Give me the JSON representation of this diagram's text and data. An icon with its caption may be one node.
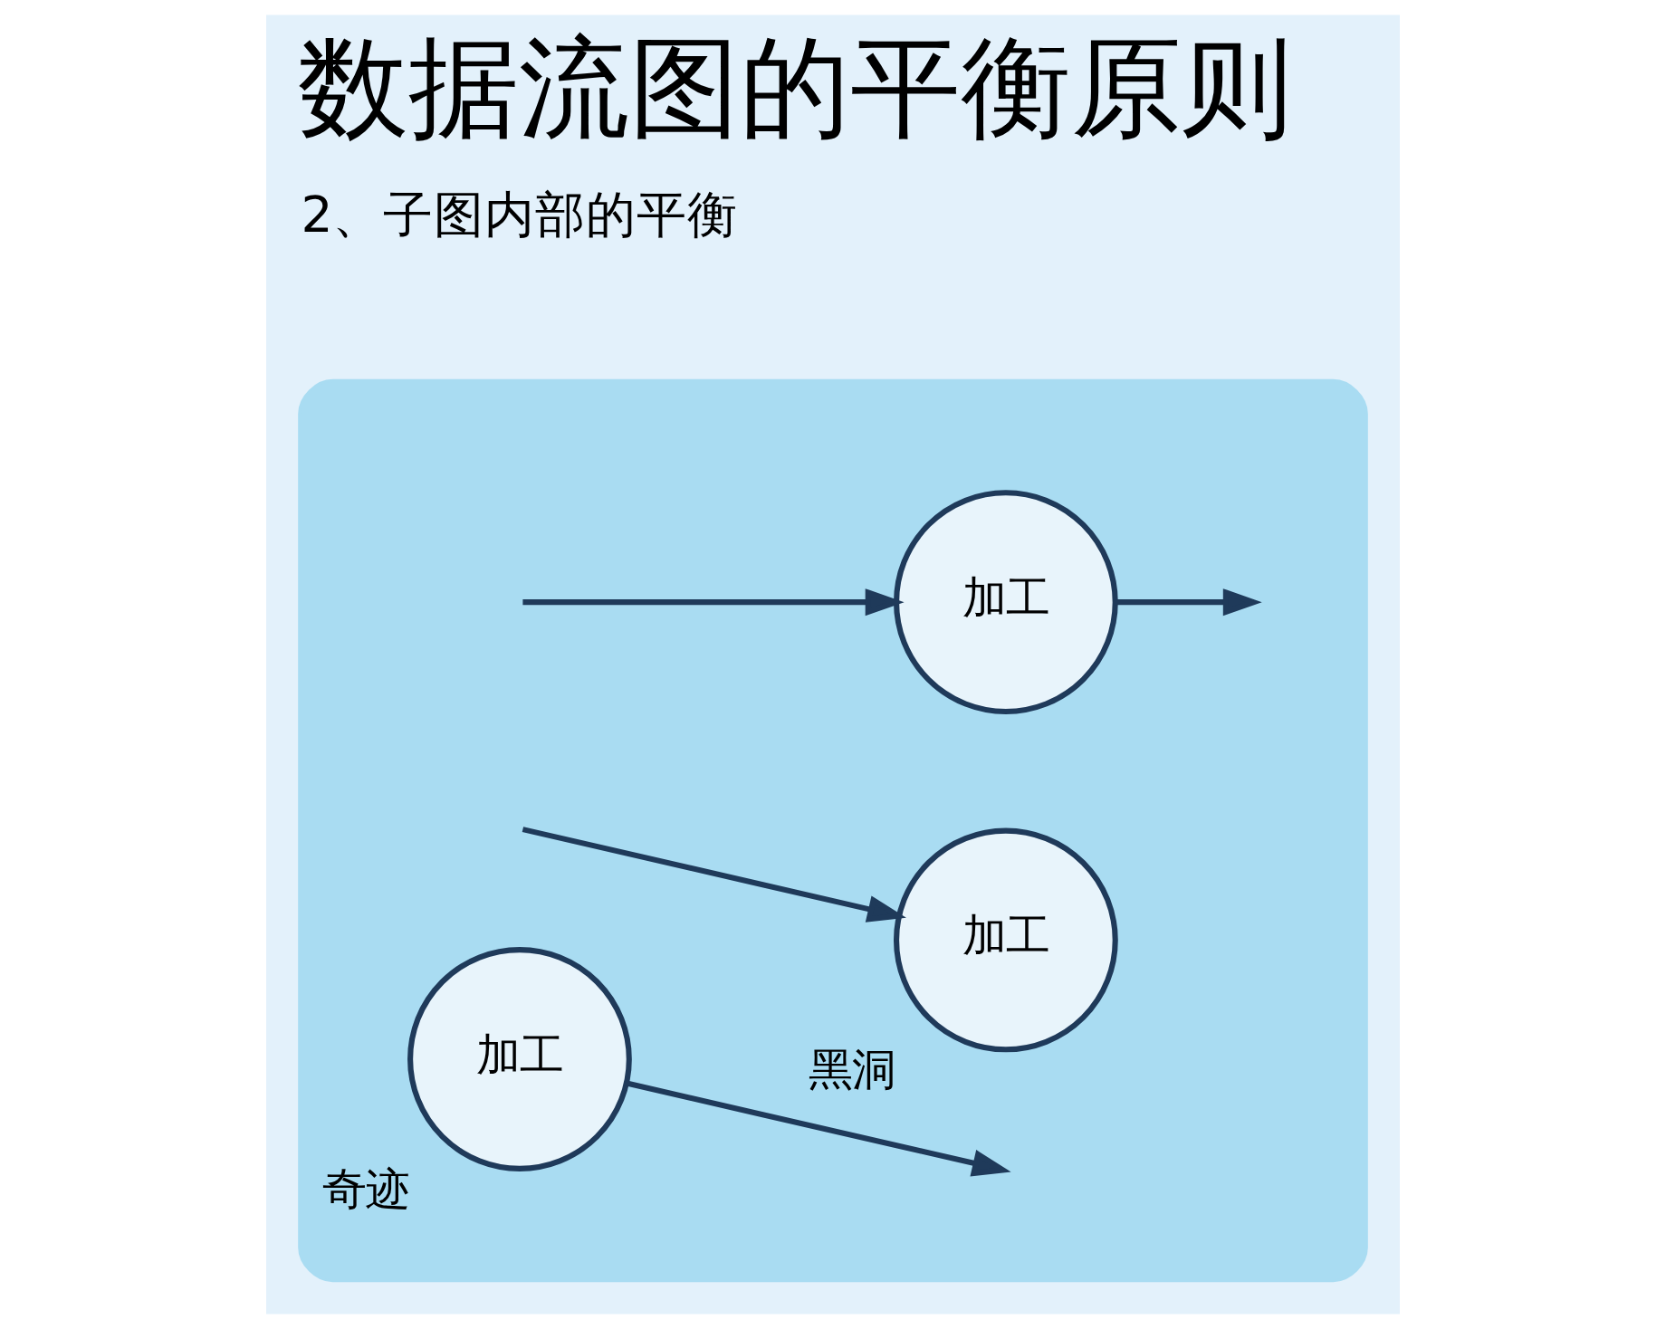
{
  "diagram": {
    "title": "数据流图的平衡原则",
    "nodes": [
      {
        "text": [],
        "shape": "cloud"
      },
      {
        "text": [
          "加工"
        ],
        "in": 0
      },
      {
        "text": [
          "加工"
        ],
        "in": 0,
        "beside": [
          "黑洞"
        ]
      },
      {
        "text": [
          "加工"
        ],
        "in": 0,
        "beside": [
          "奇迹"
        ]
      }
    ],
    "edges": [
      {
        "from": null,
        "to": 1,
        "arrow": "to"
      },
      {
        "from": 1,
        "to": null,
        "arrow": "to"
      },
      {
        "from": null,
        "to": 2,
        "arrow": "to"
      },
      {
        "from": 3,
        "to": null,
        "arrow": "to"
      }
    ],
    "labels": [
      "2、子图内部的平衡"
    ]
  }
}
